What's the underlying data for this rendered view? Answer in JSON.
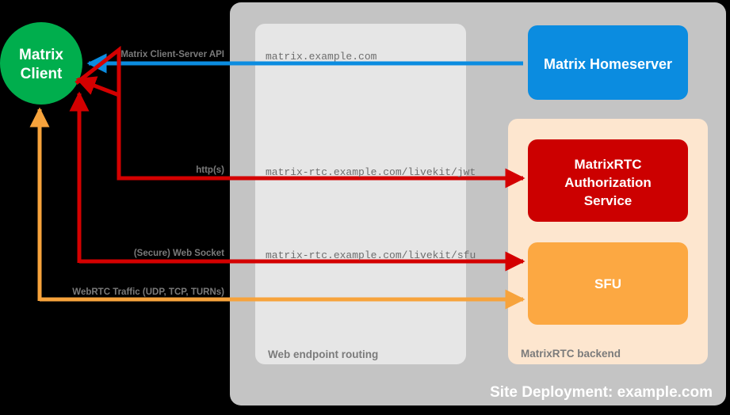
{
  "diagram": {
    "title": "Site Deployment: example.com",
    "background_color": "#000000",
    "site_panel": {
      "label": "Site Deployment: example.com",
      "color": "#c4c4c4"
    },
    "groups": [
      {
        "id": "web-endpoint-routing",
        "label": "Web endpoint routing",
        "color": "#e6e6e6"
      },
      {
        "id": "matrixrtc-backend",
        "label": "MatrixRTC backend",
        "color": "#fde6cf"
      }
    ],
    "nodes": [
      {
        "id": "matrix-client",
        "label_line1": "Matrix",
        "label_line2": "Client",
        "shape": "circle",
        "color": "#00ae4d",
        "text_color": "#ffffff"
      },
      {
        "id": "matrix-homeserver",
        "label": "Matrix Homeserver",
        "shape": "rounded-rect",
        "color": "#0b8ce0",
        "text_color": "#ffffff"
      },
      {
        "id": "matrixrtc-authorization-service",
        "label_line1": "MatrixRTC",
        "label_line2": "Authorization",
        "label_line3": "Service",
        "shape": "rounded-rect",
        "color": "#cc0000",
        "text_color": "#ffffff"
      },
      {
        "id": "sfu",
        "label": "SFU",
        "shape": "rounded-rect",
        "color": "#fca842",
        "text_color": "#ffffff"
      }
    ],
    "urls": [
      {
        "id": "url-matrix",
        "text": "matrix.example.com"
      },
      {
        "id": "url-jwt",
        "text": "matrix-rtc.example.com/livekit/jwt"
      },
      {
        "id": "url-sfu",
        "text": "matrix-rtc.example.com/livekit/sfu"
      }
    ],
    "edges": [
      {
        "id": "edge-cs-api",
        "label": "Matrix Client-Server API",
        "color": "#0b8ce0",
        "from": "matrix-client",
        "to": "matrix-homeserver"
      },
      {
        "id": "edge-https",
        "label": "http(s)",
        "color": "#d40000",
        "from": "matrix-client",
        "to": "matrixrtc-authorization-service"
      },
      {
        "id": "edge-websocket",
        "label": "(Secure) Web Socket",
        "color": "#d40000",
        "from": "matrix-client",
        "to": "sfu"
      },
      {
        "id": "edge-webrtc",
        "label": "WebRTC Traffic (UDP, TCP, TURNs)",
        "color": "#f7a33c",
        "from": "matrix-client",
        "to": "sfu"
      }
    ]
  }
}
